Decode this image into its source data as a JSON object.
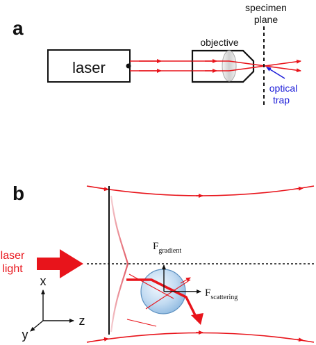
{
  "panel_a": {
    "label": "a",
    "laser_label": "laser",
    "objective_label": "objective",
    "specimen_label_line1": "specimen",
    "specimen_label_line2": "plane",
    "trap_label_line1": "optical",
    "trap_label_line2": "trap"
  },
  "panel_b": {
    "label": "b",
    "laser_light_line1": "laser",
    "laser_light_line2": "light",
    "force_gradient_main": "F",
    "force_gradient_sub": "gradient",
    "force_scattering_main": "F",
    "force_scattering_sub": "scattering",
    "axis_x": "x",
    "axis_y": "y",
    "axis_z": "z"
  },
  "colors": {
    "beam_red": "#e8141b",
    "trap_blue": "#1a1ad8",
    "sphere_fill": "#bcd9f2",
    "sphere_stroke": "#5b8fbf",
    "profile_pink": "#e8a0a8",
    "ink": "#111111"
  }
}
